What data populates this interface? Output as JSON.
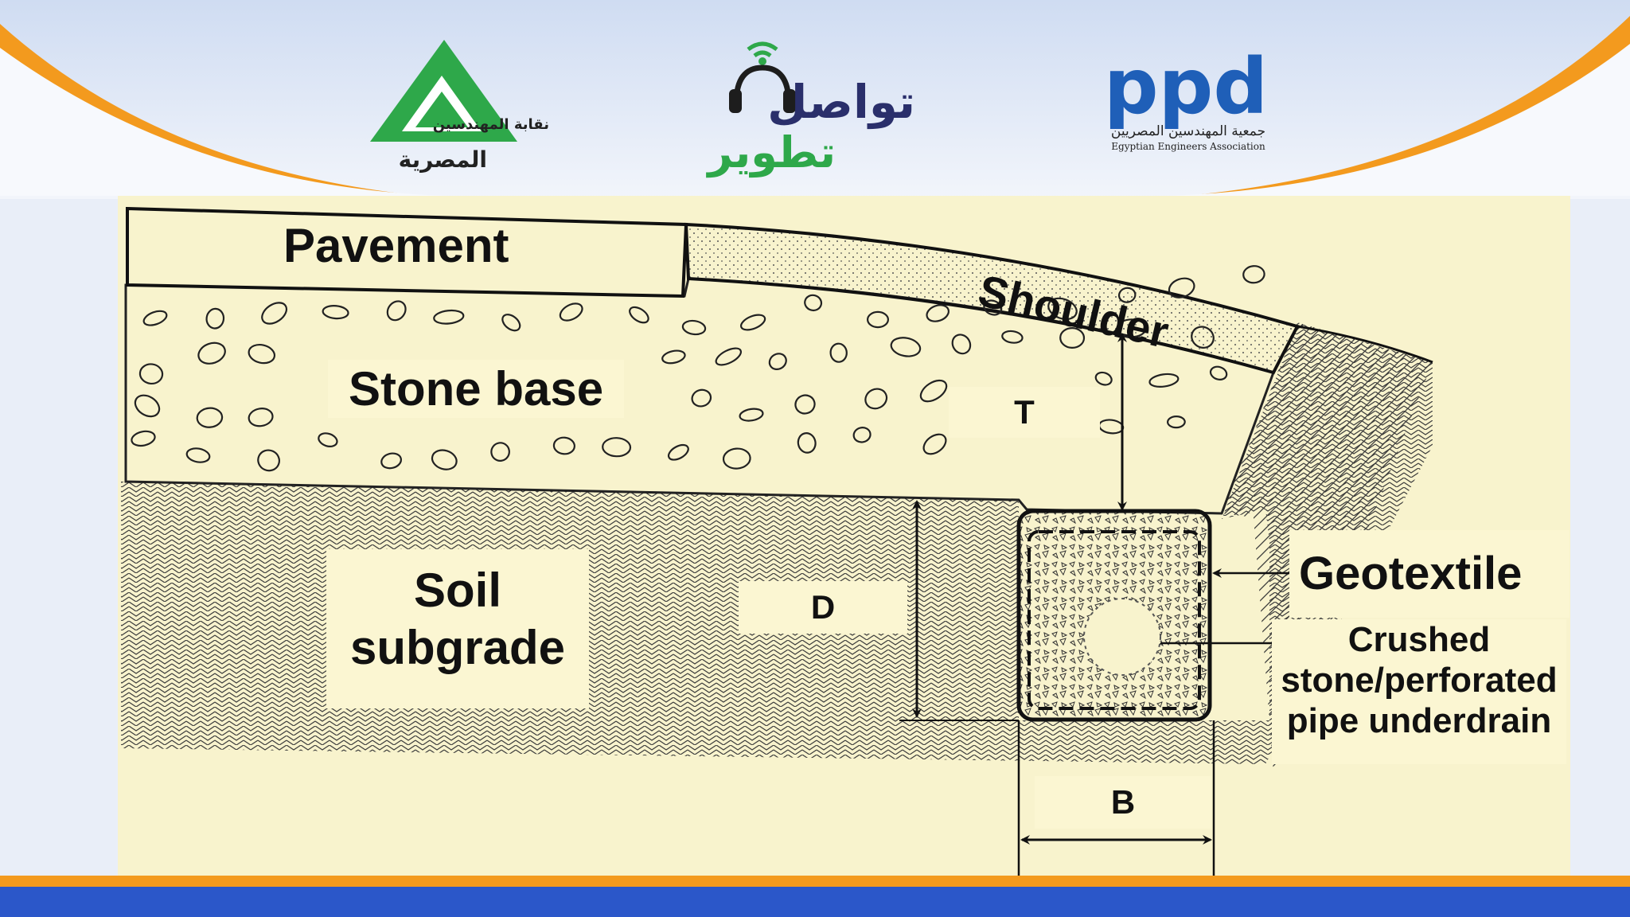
{
  "header": {
    "logo_left_line1": "نقابة المهندسين",
    "logo_left_line2": "المصرية",
    "logo_center_line1": "تواصل",
    "logo_center_line2": "تطوير",
    "logo_right_text": "ppd",
    "logo_right_ar": "جمعية المهندسين المصريين",
    "logo_right_en": "Egyptian Engineers Association"
  },
  "diagram": {
    "pavement": "Pavement",
    "shoulder": "Shoulder",
    "stone_base": "Stone base",
    "soil_line1": "Soil",
    "soil_line2": "subgrade",
    "dim_t": "T",
    "dim_d": "D",
    "dim_b": "B",
    "geotextile": "Geotextile",
    "underdrain_line1": "Crushed",
    "underdrain_line2": "stone/perforated",
    "underdrain_line3": "pipe underdrain"
  },
  "colors": {
    "panel": "#f8f3cd",
    "banner_orange": "#f39a1e",
    "banner_sky": "#dfe8f6",
    "bottom_blue": "#2b57c9",
    "logo_green": "#2ea84a",
    "logo_blue": "#1f5fb8",
    "logo_dark": "#2a2a2a"
  }
}
